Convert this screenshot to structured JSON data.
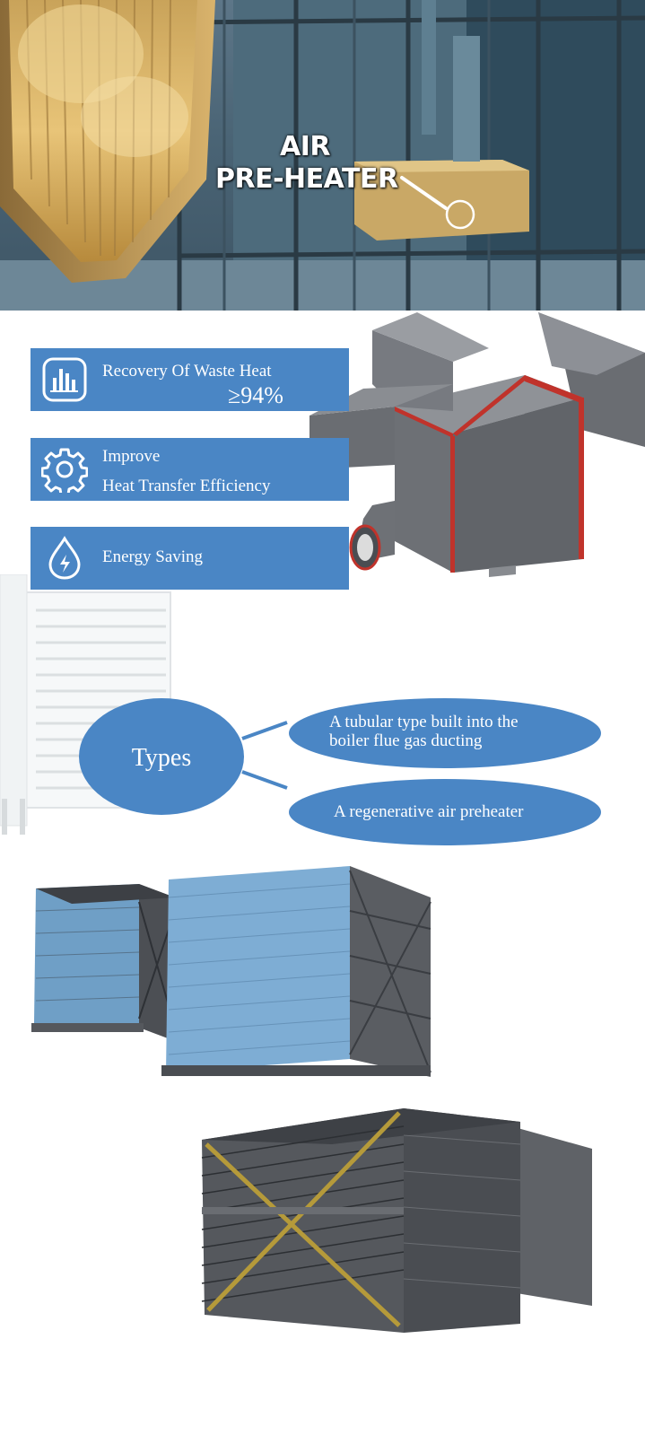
{
  "hero": {
    "label_line1": "AIR",
    "label_line2": "PRE-HEATER"
  },
  "features": [
    {
      "icon": "bar-chart-icon",
      "line1": "Recovery Of Waste Heat",
      "line2": "≥94%"
    },
    {
      "icon": "gear-icon",
      "line1": "Improve",
      "line2": "Heat Transfer Efficiency"
    },
    {
      "icon": "energy-drop-icon",
      "line1": "Energy Saving"
    }
  ],
  "types": {
    "title": "Types",
    "items": [
      {
        "line1": "A tubular type built into the",
        "line2": "boiler flue gas ducting"
      },
      {
        "line1": "A regenerative air preheater"
      }
    ]
  },
  "colors": {
    "accent_blue": "#4a86c5",
    "steel_gray": "#5b5e63",
    "red_flange": "#c0332b"
  }
}
